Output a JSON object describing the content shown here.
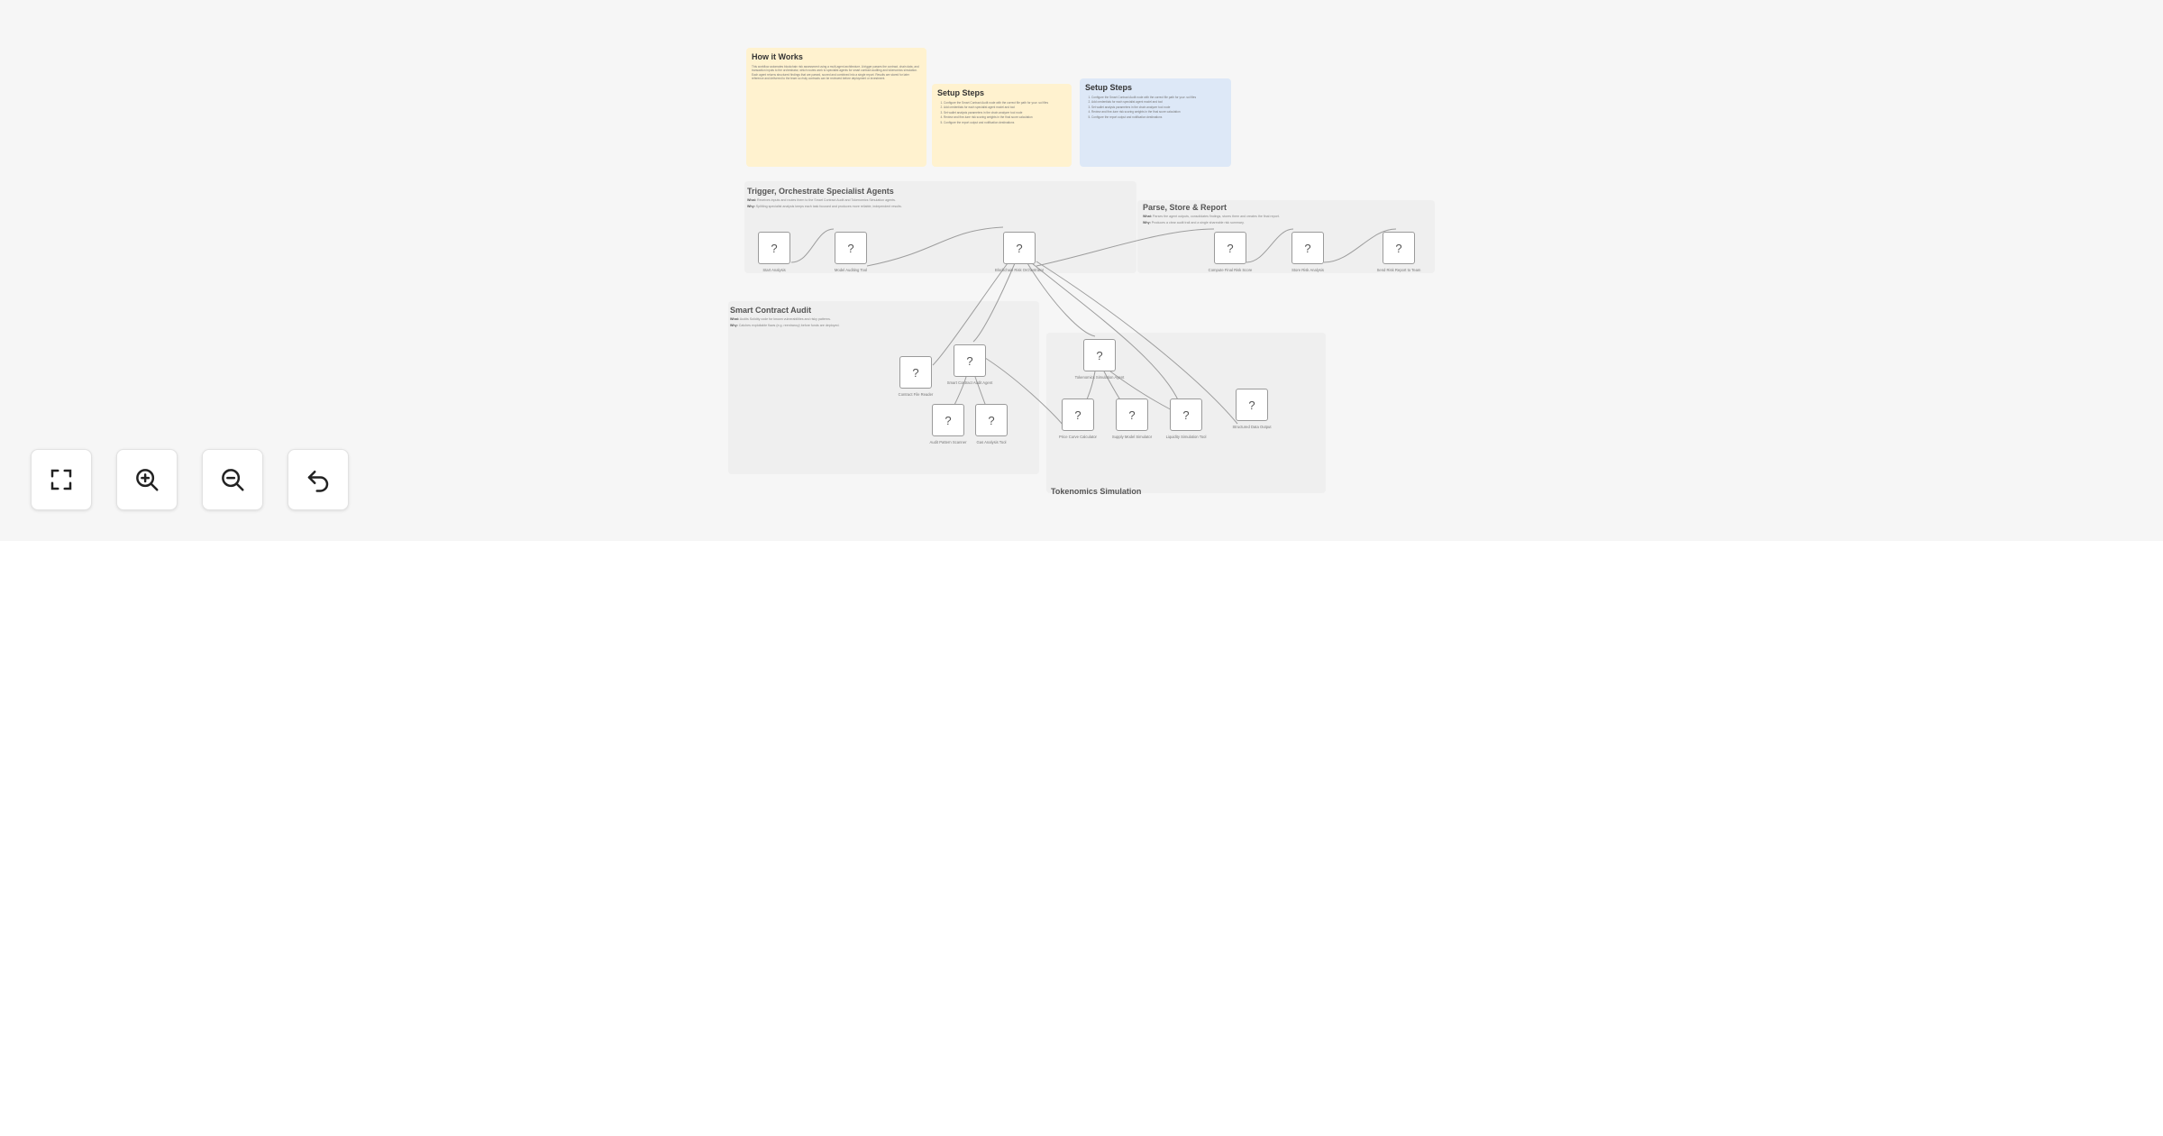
{
  "canvas": {
    "notes": {
      "how_it_works": {
        "title": "How it Works",
        "body": "This workflow automates blockchain risk assessment using a multi-agent architecture. A trigger passes the contract, chain data, and transaction inputs to the orchestrator, which routes work to specialist agents for smart contract auditing and tokenomics simulation. Each agent returns structured findings that are parsed, scored and combined into a single report. Results are stored for later reference and delivered to the team so risky contracts can be reviewed before deployment or investment."
      },
      "setup_steps_1": {
        "title": "Setup Steps",
        "steps": [
          "Configure the Smart Contract Audit node with the correct file path for your .sol files",
          "Add credentials for each specialist agent model and tool",
          "Set wallet analysis parameters in the chain analyzer tool node",
          "Review and fine-tune risk scoring weights in the final score calculation",
          "Configure the report output and notification destinations"
        ]
      },
      "setup_steps_2": {
        "title": "Setup Steps",
        "steps": [
          "Configure the Smart Contract Audit node with the correct file path for your .sol files",
          "Add credentials for each specialist agent model and tool",
          "Set wallet analysis parameters in the chain analyzer tool node",
          "Review and fine-tune risk scoring weights in the final score calculation",
          "Configure the report output and notification destinations"
        ]
      }
    },
    "sections": {
      "trigger": {
        "title": "Trigger, Orchestrate Specialist Agents",
        "what_label": "What:",
        "what": "Receives inputs and routes them to the Smart Contract Audit and Tokenomics Simulation agents.",
        "why_label": "Why:",
        "why": "Splitting specialist analysis keeps each task focused and produces more reliable, independent results."
      },
      "parse": {
        "title": "Parse, Store & Report",
        "what_label": "What:",
        "what": "Parses the agent outputs, consolidates findings, stores them and creates the final report.",
        "why_label": "Why:",
        "why": "Produces a clear audit trail and a single shareable risk summary."
      },
      "audit": {
        "title": "Smart Contract Audit",
        "what_label": "What:",
        "what": "Audits Solidity code for known vulnerabilities and risky patterns.",
        "why_label": "Why:",
        "why": "Catches exploitable flaws (e.g. reentrancy) before funds are deployed."
      },
      "tokenomics": {
        "title": "Tokenomics Simulation"
      }
    },
    "nodes": [
      {
        "id": "start",
        "icon": "?",
        "label": "Start Analysis"
      },
      {
        "id": "model",
        "icon": "?",
        "label": "Model Auditing Tool"
      },
      {
        "id": "orchestrator",
        "icon": "?",
        "label": "Blockchain Risk Orchestrator"
      },
      {
        "id": "contract-file",
        "icon": "?",
        "label": "Contract File Reader"
      },
      {
        "id": "smart-audit-agent",
        "icon": "?",
        "label": "Smart Contract Audit Agent"
      },
      {
        "id": "audit-tool-a",
        "icon": "?",
        "label": "Audit Pattern Scanner"
      },
      {
        "id": "audit-tool-b",
        "icon": "?",
        "label": "Gas Analysis Tool"
      },
      {
        "id": "token-agent",
        "icon": "?",
        "label": "Tokenomics Simulation Agent"
      },
      {
        "id": "token-tool-a",
        "icon": "?",
        "label": "Price Curve Calculator"
      },
      {
        "id": "token-tool-b",
        "icon": "?",
        "label": "Supply Model Simulator"
      },
      {
        "id": "token-tool-c",
        "icon": "?",
        "label": "Liquidity Simulation Tool"
      },
      {
        "id": "structured-parser",
        "icon": "?",
        "label": "Structured Data Output"
      },
      {
        "id": "compute-score",
        "icon": "?",
        "label": "Compute Final Risk Score"
      },
      {
        "id": "store-results",
        "icon": "?",
        "label": "Store Risk Analysis"
      },
      {
        "id": "send-report",
        "icon": "?",
        "label": "Send Risk Report to Team"
      }
    ]
  },
  "controls": {
    "fit_view": "fullscreen-icon",
    "zoom_in": "zoom-in-icon",
    "zoom_out": "zoom-out-icon",
    "reset": "undo-icon"
  }
}
